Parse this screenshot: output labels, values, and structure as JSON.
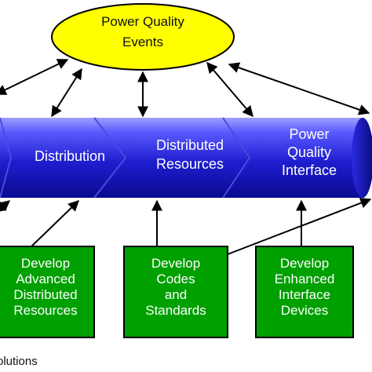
{
  "event_node": {
    "lines": [
      "Power Quality",
      "Events"
    ]
  },
  "stages": [
    {
      "lines": [
        "Distribution"
      ]
    },
    {
      "lines": [
        "Distributed",
        "Resources"
      ]
    },
    {
      "lines": [
        "Power",
        "Quality",
        "Interface"
      ]
    }
  ],
  "solutions": [
    {
      "lines": [
        "Develop",
        "Advanced",
        "Distributed",
        "Resources"
      ]
    },
    {
      "lines": [
        "Develop",
        "Codes",
        "and",
        "Standards"
      ]
    },
    {
      "lines": [
        "Develop",
        "Enhanced",
        "Interface",
        "Devices"
      ]
    }
  ],
  "footer_text": "olutions",
  "colors": {
    "ellipse_fill": "#ffff00",
    "band_top": "#8080ff",
    "band_mid": "#1e1ed0",
    "band_bottom": "#0a0a90",
    "box_fill": "#00a000",
    "arrow": "#000000"
  }
}
